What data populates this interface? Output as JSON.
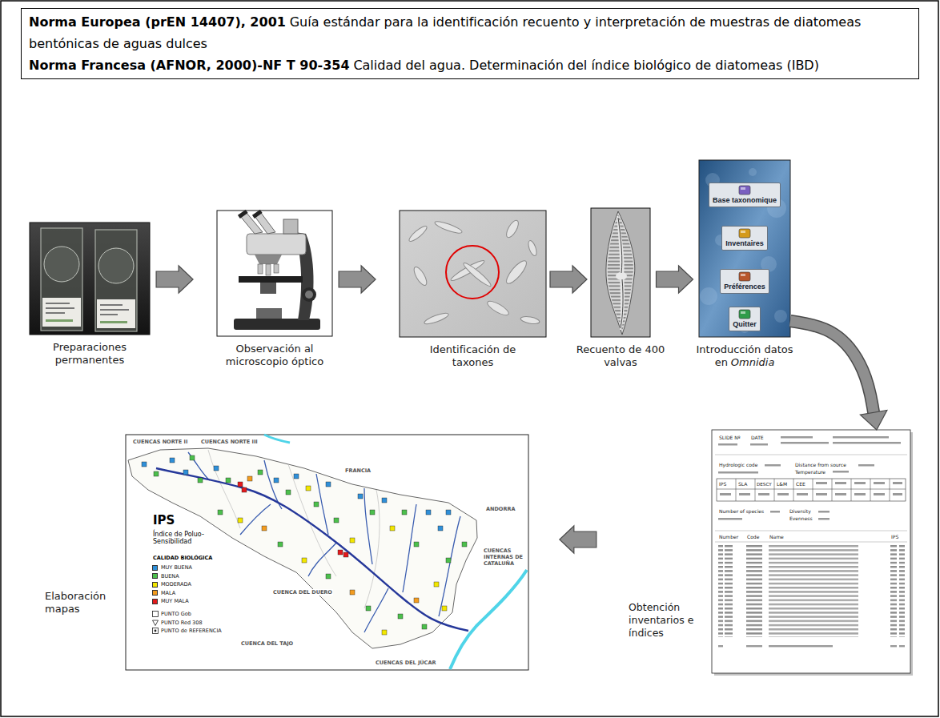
{
  "diagram": {
    "nodes": [
      {
        "text": [
          "Norma Europea (prEN 14407), 2001",
          "Guía estándar para la identificación recuento y interpretación de muestras de diatomeas bentónicas de aguas dulces",
          "Norma Francesa (AFNOR, 2000)-NF T 90-354",
          "Calidad del agua. Determinación del índice biológico de diatomeas (IBD)"
        ]
      },
      {
        "text": [
          "Preparaciones permanentes"
        ]
      },
      {
        "text": [
          "Observación al microscopio óptico"
        ]
      },
      {
        "text": [
          "Identificación de taxones"
        ]
      },
      {
        "text": [
          "Recuento de 400 valvas"
        ]
      },
      {
        "text": [
          "Introducción datos en",
          "Omnidia"
        ]
      },
      {
        "text": [
          "Base taxonomique"
        ],
        "in": 5
      },
      {
        "text": [
          "Inventaires"
        ],
        "in": 5
      },
      {
        "text": [
          "Préférences"
        ],
        "in": 5
      },
      {
        "text": [
          "Quitter"
        ],
        "in": 5
      },
      {
        "text": [
          "Obtención inventarios e índices"
        ]
      },
      {
        "text": [
          "Elaboración mapas"
        ]
      }
    ],
    "edges": [
      {
        "from": 1,
        "to": 2,
        "arrow": "to"
      },
      {
        "from": 2,
        "to": 3,
        "arrow": "to"
      },
      {
        "from": 3,
        "to": 4,
        "arrow": "to"
      },
      {
        "from": 4,
        "to": 5,
        "arrow": "to"
      },
      {
        "from": 5,
        "to": 10,
        "arrow": "to"
      },
      {
        "from": 10,
        "to": 11,
        "arrow": "to"
      }
    ],
    "labels": [
      "IPS",
      "Índice de Poluo-Sensibilidad",
      "CALIDAD BIOLÓGICA",
      "CUENCAS NORTE II",
      "CUENCAS NORTE III",
      "FRANCIA",
      "ANDORRA",
      "CUENCAS INTERNAS DE CATALUÑA",
      "CUENCA DEL DUERO",
      "CUENCA DEL TAJO",
      "CUENCAS DEL JÚCAR",
      "SLIDE Nº",
      "DATE",
      "Hydrologic code",
      "Distance from source",
      "Temperature",
      "IPS",
      "SLA",
      "DESCY",
      "L&M",
      "CEE",
      "Number of species",
      "Diversity",
      "Evenness",
      "Number",
      "Code",
      "Name",
      "IPS"
    ],
    "legend": [
      {
        "text": "MUY BUENA",
        "color": "#2f8fd8"
      },
      {
        "text": "BUENA",
        "color": "#4cbf4c"
      },
      {
        "text": "MODERADA",
        "color": "#f2e600"
      },
      {
        "text": "MALA",
        "color": "#f29b1f"
      },
      {
        "text": "MUY MALA",
        "color": "#e31a1c"
      },
      {
        "text": "PUNTO Gob"
      },
      {
        "text": "PUNTO Red 308"
      },
      {
        "text": "PUNTO de REFERENCIA"
      }
    ]
  }
}
